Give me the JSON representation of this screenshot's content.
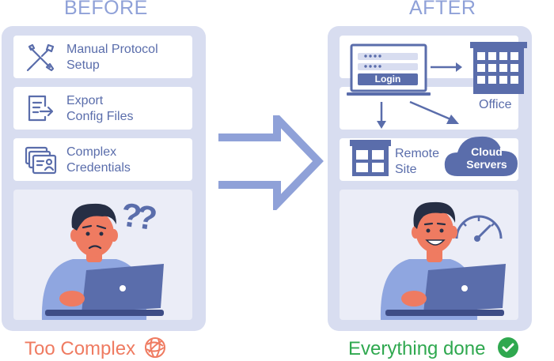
{
  "before": {
    "heading": "BEFORE",
    "items": [
      {
        "icon": "tools-icon",
        "line1": "Manual Protocol",
        "line2": "Setup"
      },
      {
        "icon": "export-file-icon",
        "line1": "Export",
        "line2": "Config Files"
      },
      {
        "icon": "id-cards-icon",
        "line1": "Complex",
        "line2": "Credentials"
      }
    ],
    "question_marks": "??",
    "caption": "Too Complex",
    "caption_color": "#ef7b61",
    "caption_icon": "tangled-ball-icon"
  },
  "after": {
    "heading": "AFTER",
    "login_button": "Login",
    "office_label": "Office",
    "remote_site_line1": "Remote",
    "remote_site_line2": "Site",
    "cloud_line1": "Cloud",
    "cloud_line2": "Servers",
    "caption": "Everything done",
    "caption_color": "#2fa84f",
    "caption_icon": "check-circle-icon"
  },
  "colors": {
    "accent": "#5a6dab",
    "panel": "#d8ddf0",
    "heading": "#8fa1d8",
    "skin": "#ef7b61",
    "shirt": "#8fa6e0"
  }
}
